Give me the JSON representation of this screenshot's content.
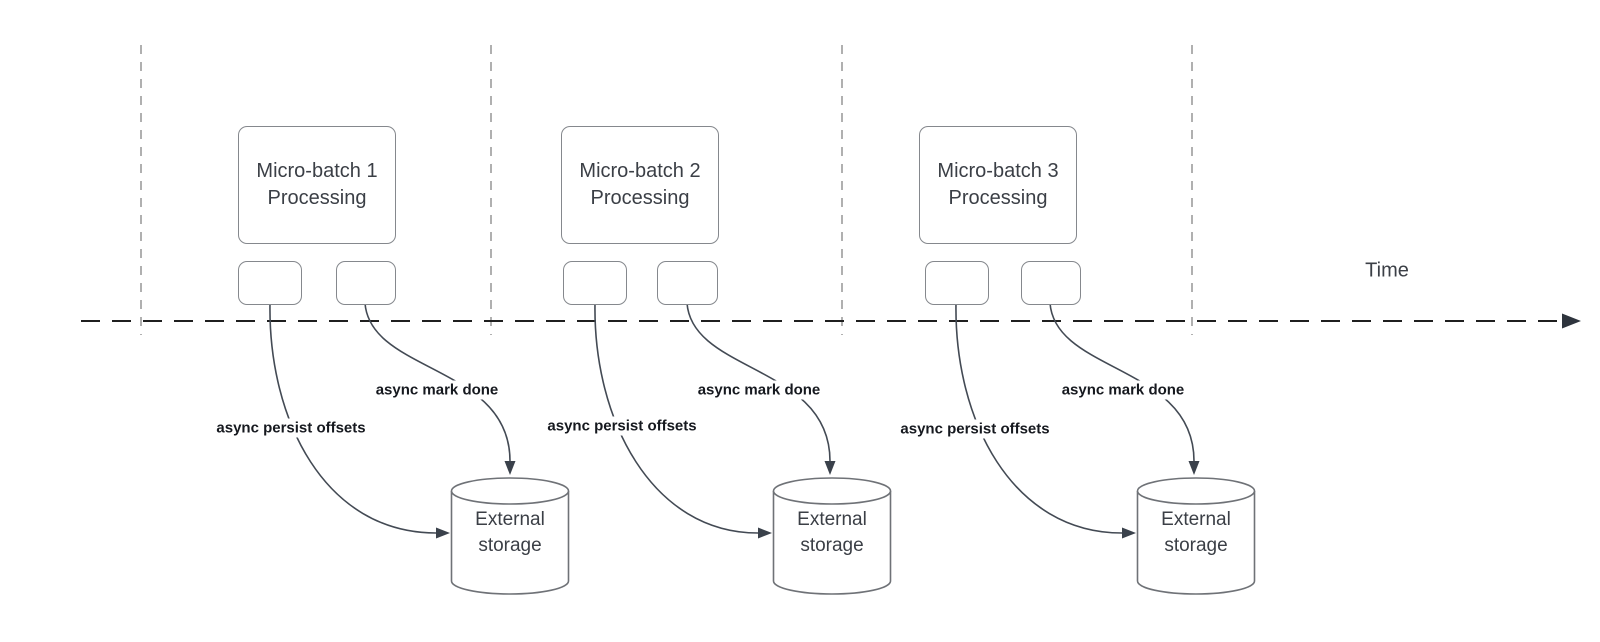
{
  "diagram": {
    "time_axis_label": "Time",
    "groups": [
      {
        "batch_title_line1": "Micro-batch 1",
        "batch_title_line2": "Processing",
        "persist_label": "async persist offsets",
        "done_label": "async mark done",
        "storage_line1": "External",
        "storage_line2": "storage"
      },
      {
        "batch_title_line1": "Micro-batch 2",
        "batch_title_line2": "Processing",
        "persist_label": "async persist offsets",
        "done_label": "async mark done",
        "storage_line1": "External",
        "storage_line2": "storage"
      },
      {
        "batch_title_line1": "Micro-batch 3",
        "batch_title_line2": "Processing",
        "persist_label": "async persist offsets",
        "done_label": "async mark done",
        "storage_line1": "External",
        "storage_line2": "storage"
      }
    ],
    "colors": {
      "shape_border": "#85888d",
      "connector": "#434a54",
      "axis": "#1f1f1f",
      "guide_line": "#9d9d9d",
      "title_text": "#3b3f46",
      "label_text": "#16191f",
      "background": "#ffffff"
    }
  }
}
